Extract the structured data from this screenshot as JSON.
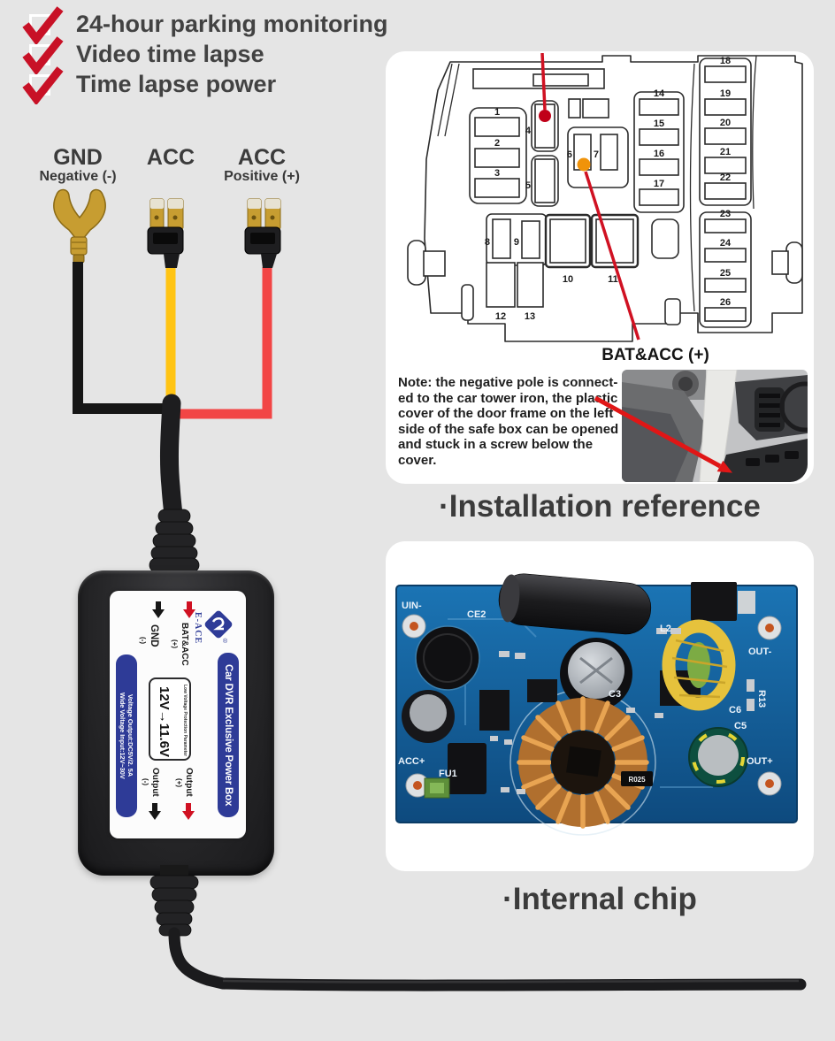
{
  "features": {
    "items": [
      "24-hour parking monitoring",
      "Video time lapse",
      "Time lapse power"
    ]
  },
  "wiring": {
    "gnd": {
      "label": "GND",
      "sublabel": "Negative (-)"
    },
    "acc_mid": {
      "label": "ACC"
    },
    "acc_right": {
      "label": "ACC",
      "sublabel": "Positive (+)"
    }
  },
  "installation": {
    "heading": "·Installation reference",
    "callout": "BAT&ACC (+)",
    "note": "Note: the negative pole is connect-\ned to the car tower iron, the plastic\ncover of the door frame on the left\nside of the safe box can be opened\nand stuck in a screw below the\ncover.",
    "fuses": [
      "1",
      "2",
      "3",
      "4",
      "5",
      "6",
      "7",
      "8",
      "9",
      "10",
      "11",
      "12",
      "13",
      "14",
      "15",
      "16",
      "17",
      "18",
      "19",
      "20",
      "21",
      "22",
      "23",
      "24",
      "25",
      "26"
    ]
  },
  "device": {
    "brand": "E-ACE",
    "registered": "®",
    "product_title": "Car DVR Exclusive Power Box",
    "bat_label": "BAT&ACC",
    "bat_polarity": "(+)",
    "gnd_label": "GND",
    "gnd_polarity": "(-)",
    "out_pos_label": "Output",
    "out_pos_polarity": "(+)",
    "out_neg_label": "Output",
    "out_neg_polarity": "(-)",
    "protection_caption": "Low Voltage Protection Parameter",
    "protection_value": "12V→11.6V",
    "spec_input": "Wide Voltage Input:12V~30V",
    "spec_output": "Voltage Output:DC5V/2. 5A"
  },
  "chip": {
    "heading": "·Internal chip",
    "pcb_labels": {
      "uin": "UIN-",
      "ce2": "CE2",
      "l2": "L2",
      "out_neg": "OUT-",
      "acc": "ACC+",
      "fu1": "FU1",
      "out_pos": "OUT+",
      "r025": "R025",
      "c3": "C3",
      "c5": "C5",
      "c6": "C6",
      "r13": "R13"
    }
  },
  "colors": {
    "background": "#e5e5e5",
    "accent_red": "#d01122",
    "brand_blue": "#2e3b97",
    "wire_yellow": "#ffc414",
    "wire_red": "#f24545",
    "pcb_blue": "#1b74b4"
  }
}
